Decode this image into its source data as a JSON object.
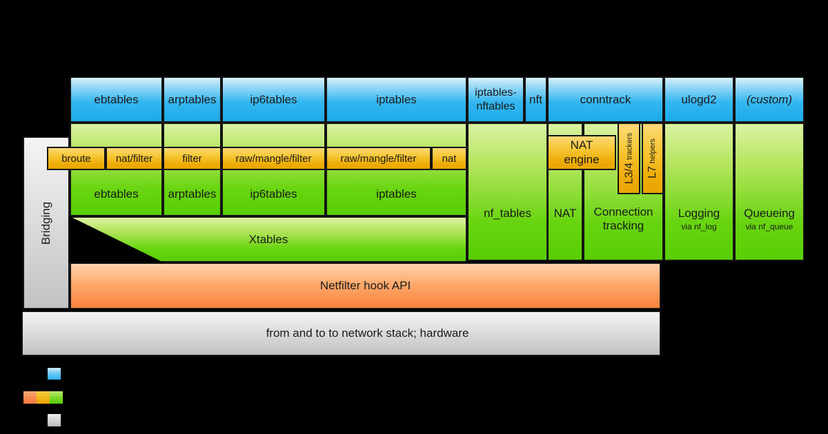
{
  "palette": {
    "background": "#000000",
    "userspace_blue": "#29b4f0",
    "kernel_green": "#68d510",
    "table_gold": "#f0b81c",
    "hook_orange": "#f8823a",
    "hardware_gray": "#d4d4d4",
    "border": "#141414"
  },
  "userspace_row": {
    "ebtables": "ebtables",
    "arptables": "arptables",
    "ip6tables": "ip6tables",
    "iptables": "iptables",
    "iptables_nftables": "iptables-nftables",
    "nft": "nft",
    "conntrack": "conntrack",
    "ulogd2": "ulogd2",
    "custom": "(custom)"
  },
  "tables_strip": {
    "broute": "broute",
    "nat_filter": "nat/filter",
    "filter": "filter",
    "raw_mangle_filter_v6": "raw/mangle/filter",
    "raw_mangle_filter_v4": "raw/mangle/filter",
    "nat": "nat"
  },
  "kernel": {
    "ebtables": "ebtables",
    "arptables": "arptables",
    "ip6tables": "ip6tables",
    "iptables": "iptables",
    "nf_tables": "nf_tables",
    "nat": "NAT",
    "connection_tracking_line1": "Connection",
    "connection_tracking_line2": "tracking",
    "nat_engine_line1": "NAT",
    "nat_engine_line2": "engine",
    "l34_trackers_big": "L3/4",
    "l34_trackers_small": "trackers",
    "l7_helpers_big": "L7",
    "l7_helpers_small": "helpers",
    "logging": "Logging",
    "logging_sub": "via nf_log",
    "queueing": "Queueing",
    "queueing_sub": "via nf_queue",
    "xtables": "Xtables",
    "bridging": "Bridging",
    "hook_api": "Netfilter hook API"
  },
  "hardware": {
    "label": "from and to to network stack; hardware"
  },
  "legend": {
    "row1_swatch": "userspace-blue",
    "row2_swatches": [
      "hook-orange",
      "tables-gold",
      "kernel-green"
    ],
    "row3_swatch": "hardware-gray"
  }
}
